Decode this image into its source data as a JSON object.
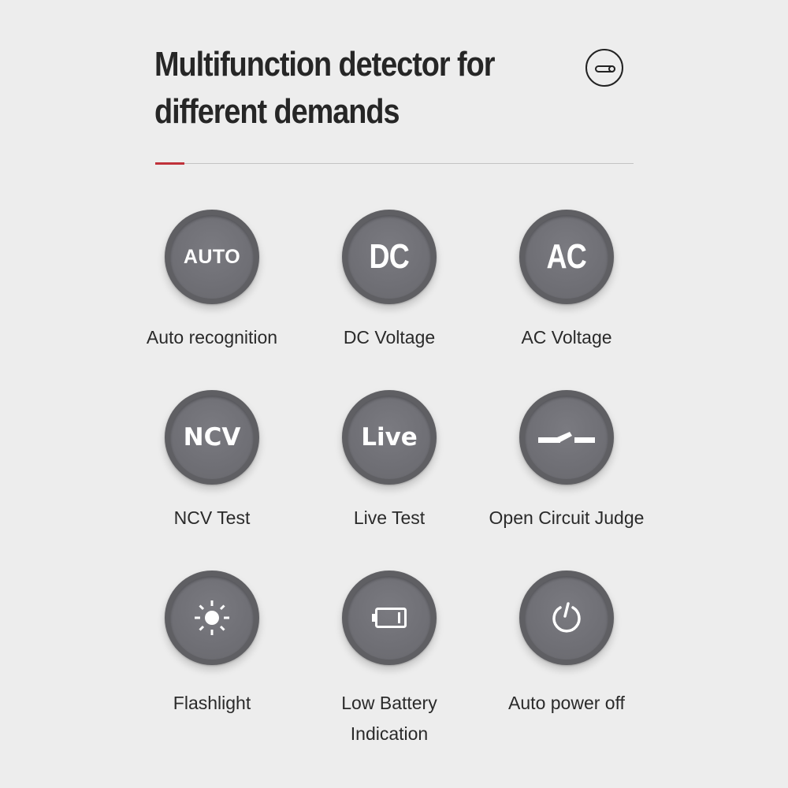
{
  "header": {
    "title_lines": [
      "Multifunction detector for",
      "different demands"
    ],
    "corner_icon": "toggle-switch-icon"
  },
  "colors": {
    "background": "#ededed",
    "title": "#262626",
    "accent": "#c0313a",
    "divider": "#c4c4c4",
    "badge_outer": "#5f5f63",
    "badge_inner": "#707076",
    "badge_glyph": "#ffffff",
    "label": "#2a2a2a"
  },
  "features": [
    {
      "glyph": "AUTO",
      "icon": "auto-text-icon",
      "label": "Auto recognition"
    },
    {
      "glyph": "DC",
      "icon": "dc-text-icon",
      "label": "DC Voltage"
    },
    {
      "glyph": "AC",
      "icon": "ac-text-icon",
      "label": "AC Voltage"
    },
    {
      "glyph": "NCV",
      "icon": "ncv-text-icon",
      "label": "NCV Test"
    },
    {
      "glyph": "Live",
      "icon": "live-text-icon",
      "label": "Live Test"
    },
    {
      "glyph": "",
      "icon": "open-switch-icon",
      "label": "Open Circuit Judge"
    },
    {
      "glyph": "",
      "icon": "sun-icon",
      "label": "Flashlight"
    },
    {
      "glyph": "",
      "icon": "low-battery-icon",
      "label": "Low Battery Indication",
      "label_lines": [
        "Low Battery",
        "Indication"
      ]
    },
    {
      "glyph": "",
      "icon": "power-icon",
      "label": "Auto power off"
    }
  ]
}
